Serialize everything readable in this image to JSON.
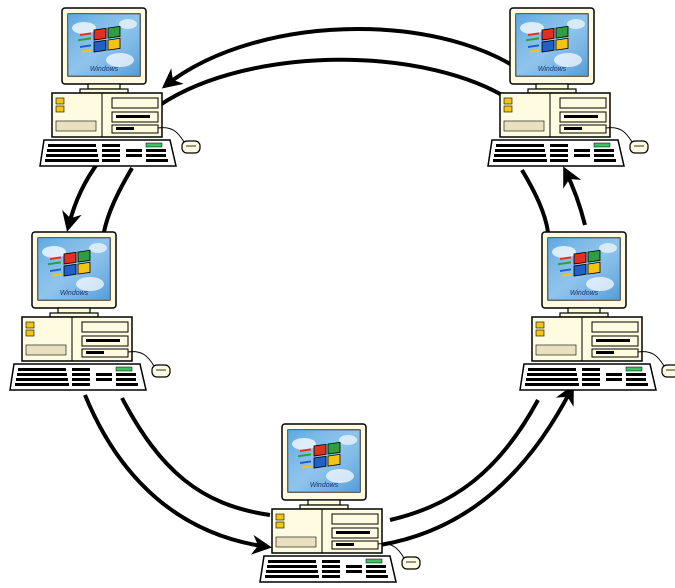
{
  "diagram": {
    "nodes": [
      {
        "id": "computer-top-left",
        "screen_caption": "Windows"
      },
      {
        "id": "computer-top-right",
        "screen_caption": "Windows"
      },
      {
        "id": "computer-middle-left",
        "screen_caption": "Windows"
      },
      {
        "id": "computer-middle-right",
        "screen_caption": "Windows"
      },
      {
        "id": "computer-bottom",
        "screen_caption": "Windows"
      }
    ],
    "edges": [
      {
        "from": "computer-top-right",
        "to": "computer-top-left",
        "ring": "outer"
      },
      {
        "from": "computer-top-left",
        "to": "computer-middle-left",
        "ring": "outer"
      },
      {
        "from": "computer-middle-left",
        "to": "computer-bottom",
        "ring": "outer"
      },
      {
        "from": "computer-bottom",
        "to": "computer-middle-right",
        "ring": "outer"
      },
      {
        "from": "computer-middle-right",
        "to": "computer-top-right",
        "ring": "outer"
      }
    ],
    "colors": {
      "line": "#000000",
      "case": "#fffbe0",
      "screen_sky": "#8fc3ec",
      "flag_red": "#e0301e",
      "flag_green": "#2e9e3e",
      "flag_blue": "#2060c8",
      "flag_yellow": "#f2c418",
      "keyboard_light": "#3cc060"
    }
  }
}
